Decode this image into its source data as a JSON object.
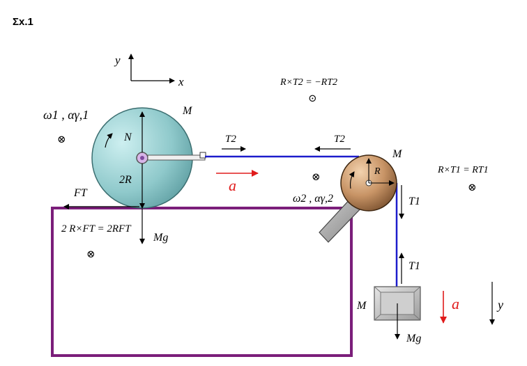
{
  "title": "Σx.1",
  "axes": {
    "y": "y",
    "x": "x"
  },
  "labels": {
    "omega1_alpha1": "ω1 , αγ,1",
    "M_big": "M",
    "N": "N",
    "two_R": "2R",
    "F_T": "FT",
    "friction_torque": "2 R×FT = 2RFT",
    "Mg_disk": "Mg",
    "T2_left": "T2",
    "T2_right": "T2",
    "a_horizontal": "a",
    "torque_T2": "R×T2 = −RT2",
    "M_pulley": "M",
    "R_pulley": "R",
    "omega2_alpha2": "ω2 , αγ,2",
    "torque_T1": "R×T1 = RT1",
    "T1_top": "T1",
    "T1_bottom": "T1",
    "M_block": "M",
    "a_vertical": "a",
    "y_down": "y",
    "Mg_block": "Mg"
  },
  "symbols": {
    "into_page": "⊗",
    "out_of_page": "⊙"
  },
  "colors": {
    "table": "#7b1e7a",
    "rope": "#1c1ccc",
    "accel": "#e01b1b",
    "disk": "#6fb3b6",
    "pulley": "#9a6e45",
    "block": "#b9b9b9"
  }
}
